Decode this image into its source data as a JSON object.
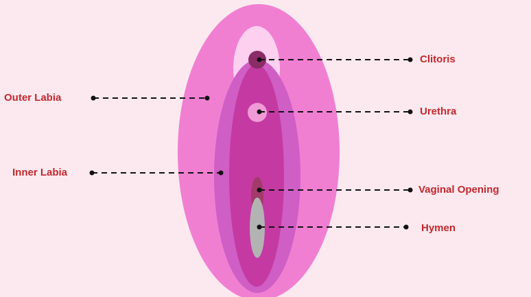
{
  "colors": {
    "background": "#fbe9ef",
    "outer_labia": "#f07fd2",
    "inner_labia": "#cf5ec5",
    "vestibule": "#c43aa2",
    "hood": "#fdd0f0",
    "clitoris": "#8a2c66",
    "urethra_outer": "#f09ad8",
    "urethra_inner": "#b0338e",
    "vaginal_opening": "#a23a6a",
    "hymen": "#b3b3b3",
    "leader_line": "#111111",
    "label_text": "#c0282d"
  },
  "labels": {
    "clitoris": "Clitoris",
    "urethra": "Urethra",
    "vaginal_opening": "Vaginal Opening",
    "hymen": "Hymen",
    "outer_labia": "Outer Labia",
    "inner_labia": "Inner Labia"
  }
}
